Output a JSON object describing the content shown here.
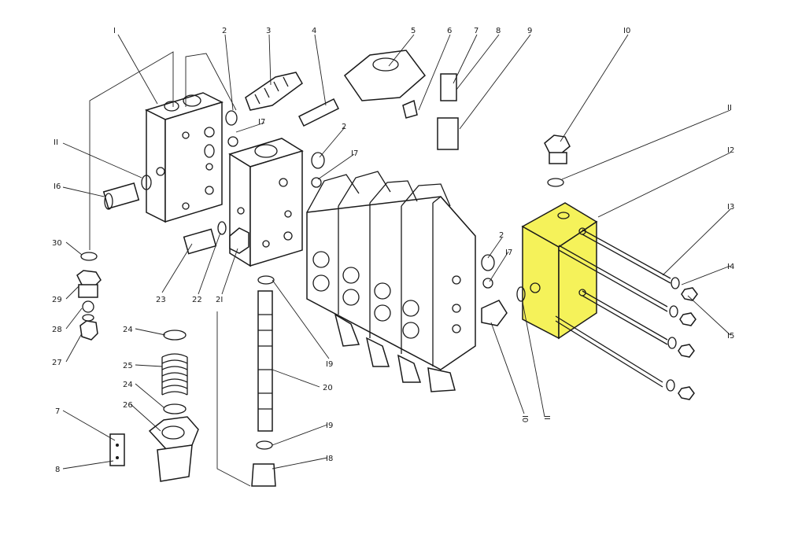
{
  "diagram": {
    "highlight_color": "#f5f25a",
    "line_color": "#1a1a1a",
    "callouts": [
      {
        "id": "c1",
        "text": "I"
      },
      {
        "id": "c2a",
        "text": "2"
      },
      {
        "id": "c3",
        "text": "3"
      },
      {
        "id": "c4",
        "text": "4"
      },
      {
        "id": "c5",
        "text": "5"
      },
      {
        "id": "c6",
        "text": "6"
      },
      {
        "id": "c7a",
        "text": "7"
      },
      {
        "id": "c8a",
        "text": "8"
      },
      {
        "id": "c9",
        "text": "9"
      },
      {
        "id": "c10a",
        "text": "I0"
      },
      {
        "id": "c11a",
        "text": "II"
      },
      {
        "id": "c12",
        "text": "I2"
      },
      {
        "id": "c13",
        "text": "I3"
      },
      {
        "id": "c14",
        "text": "I4"
      },
      {
        "id": "c15",
        "text": "I5"
      },
      {
        "id": "c11b",
        "text": "II"
      },
      {
        "id": "c16",
        "text": "I6"
      },
      {
        "id": "c17a",
        "text": "I7"
      },
      {
        "id": "c2b",
        "text": "2"
      },
      {
        "id": "c17b",
        "text": "I7"
      },
      {
        "id": "c2c",
        "text": "2"
      },
      {
        "id": "c17c",
        "text": "I7"
      },
      {
        "id": "c30",
        "text": "30"
      },
      {
        "id": "c29",
        "text": "29"
      },
      {
        "id": "c28",
        "text": "28"
      },
      {
        "id": "c27",
        "text": "27"
      },
      {
        "id": "c23",
        "text": "23"
      },
      {
        "id": "c22",
        "text": "22"
      },
      {
        "id": "c21",
        "text": "2I"
      },
      {
        "id": "c19a",
        "text": "I9"
      },
      {
        "id": "c20",
        "text": "20"
      },
      {
        "id": "c19b",
        "text": "I9"
      },
      {
        "id": "c18",
        "text": "I8"
      },
      {
        "id": "c24a",
        "text": "24"
      },
      {
        "id": "c25",
        "text": "25"
      },
      {
        "id": "c24b",
        "text": "24"
      },
      {
        "id": "c26",
        "text": "26"
      },
      {
        "id": "c7b",
        "text": "7"
      },
      {
        "id": "c8b",
        "text": "8"
      },
      {
        "id": "c10b",
        "text": "I0"
      },
      {
        "id": "c11c",
        "text": "II"
      }
    ]
  }
}
